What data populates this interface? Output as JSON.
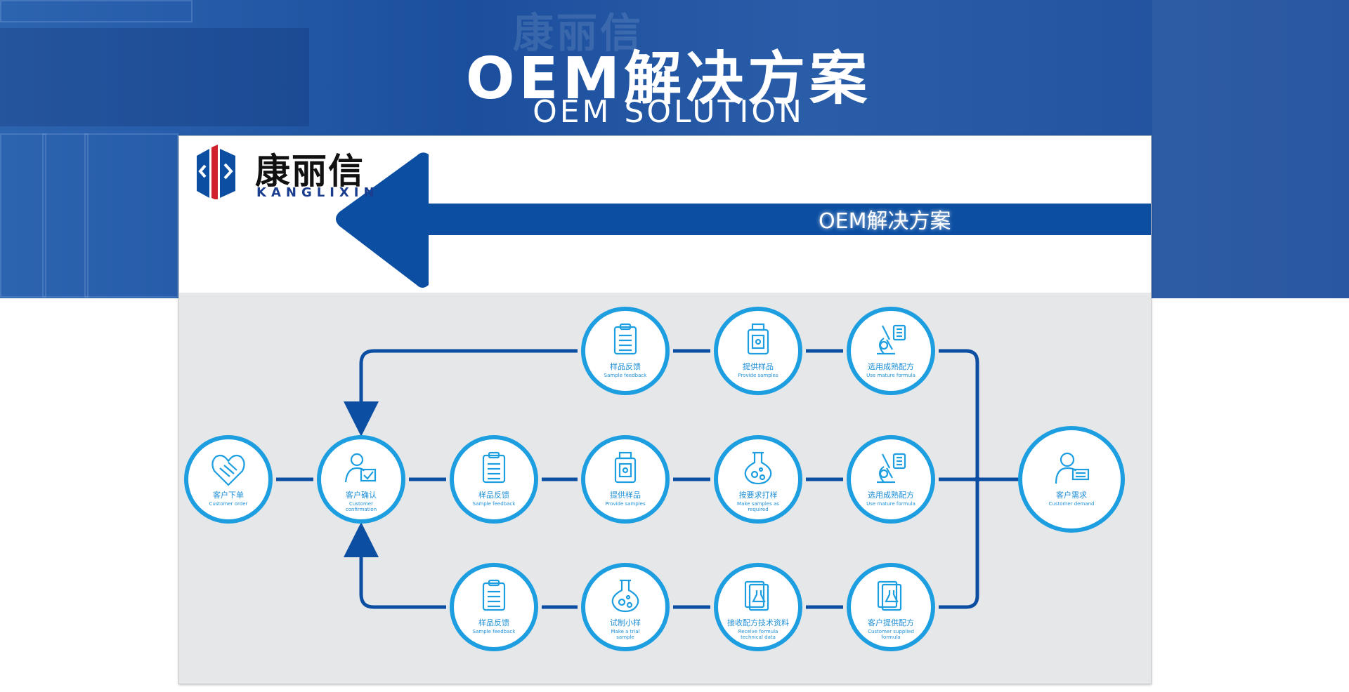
{
  "header": {
    "title": "OEM解决方案",
    "subtitle": "OEM SOLUTION",
    "watermark": "康丽信"
  },
  "logo": {
    "cn": "康丽信",
    "en": "KANGLIXIN"
  },
  "banner": {
    "label": "OEM解决方案"
  },
  "colors": {
    "primary_blue": "#0b4ea2",
    "accent_cyan": "#1d9ee0",
    "panel_gray": "#e6e7e9"
  },
  "flow": {
    "top_row": [
      {
        "cn": "样品反馈",
        "en": "Sample feedback",
        "icon": "clipboard-icon"
      },
      {
        "cn": "提供样品",
        "en": "Provide samples",
        "icon": "bottle-icon"
      },
      {
        "cn": "选用成熟配方",
        "en": "Use mature formula",
        "icon": "microscope-icon"
      }
    ],
    "middle_row": [
      {
        "cn": "客户下单",
        "en": "Customer order",
        "icon": "handshake-icon"
      },
      {
        "cn": "客户确认",
        "en": "Customer confirmation",
        "icon": "person-check-icon"
      },
      {
        "cn": "样品反馈",
        "en": "Sample feedback",
        "icon": "clipboard-icon"
      },
      {
        "cn": "提供样品",
        "en": "Provide samples",
        "icon": "bottle-icon"
      },
      {
        "cn": "按要求打样",
        "en": "Make samples as required",
        "icon": "flask-icon"
      },
      {
        "cn": "选用成熟配方",
        "en": "Use mature formula",
        "icon": "microscope-icon"
      },
      {
        "cn": "客户需求",
        "en": "Customer demand",
        "icon": "person-message-icon"
      }
    ],
    "bottom_row": [
      {
        "cn": "样品反馈",
        "en": "Sample feedback",
        "icon": "clipboard-icon"
      },
      {
        "cn": "试制小样",
        "en": "Make a trial sample",
        "icon": "flask-icon"
      },
      {
        "cn": "接收配方技术资料",
        "en": "Receive formula technical data",
        "icon": "document-flask-icon"
      },
      {
        "cn": "客户提供配方",
        "en": "Customer supplied formula",
        "icon": "document-flask-icon"
      }
    ]
  }
}
